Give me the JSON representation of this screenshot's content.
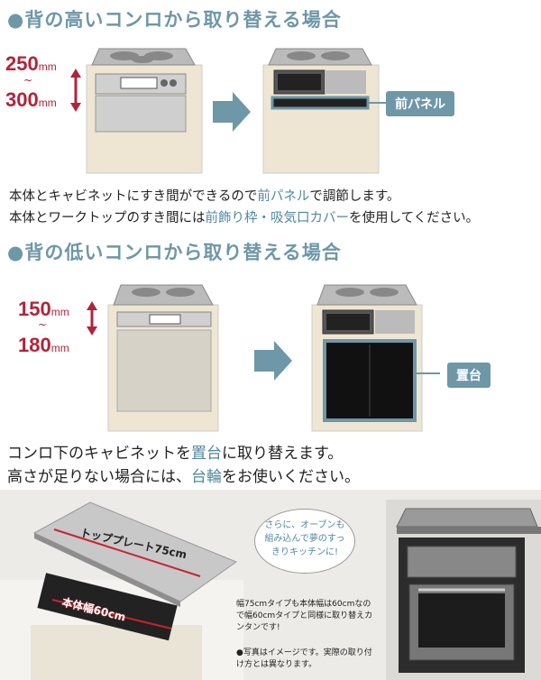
{
  "section1": {
    "heading": "●背の高いコンロから取り替える場合",
    "dim_top": "250",
    "dim_bottom": "300",
    "unit": "mm",
    "tilde": "~",
    "tag": "前パネル",
    "line1": {
      "a": "本体とキャビネットにすき間ができるので",
      "b": "前パネル",
      "c": "で調節します。"
    },
    "line2": {
      "a": "本体とワークトップのすき間には",
      "b": "前飾り枠・吸気口カバー",
      "c": "を使用してください。"
    }
  },
  "section2": {
    "heading": "●背の低いコンロから取り替える場合",
    "dim_top": "150",
    "dim_bottom": "180",
    "unit": "mm",
    "tilde": "~",
    "tag": "置台",
    "line1": {
      "a": "コンロ下のキャビネットを",
      "b": "置台",
      "c": "に取り替えます。"
    },
    "line2": {
      "a": "高さが足りない場合には、",
      "b": "台輪",
      "c": "をお使いください。"
    }
  },
  "photos": {
    "top_plate_label": "トッププレート75cm",
    "body_width_label": "本体幅60cm",
    "bubble": "さらに、オーブンも組み込んで夢のすっきりキッチンに!",
    "note1": "幅75cmタイプも本体幅は60cmなので幅60cmタイプと同様に取り替えカンタンです!",
    "note2": "●写真はイメージです。実際の取り付け方とは異なります。"
  },
  "colors": {
    "heading": "#6e97a8",
    "dim": "#b0243a",
    "highlight": "#4f88a0",
    "cabinet": "#eee6d3"
  }
}
